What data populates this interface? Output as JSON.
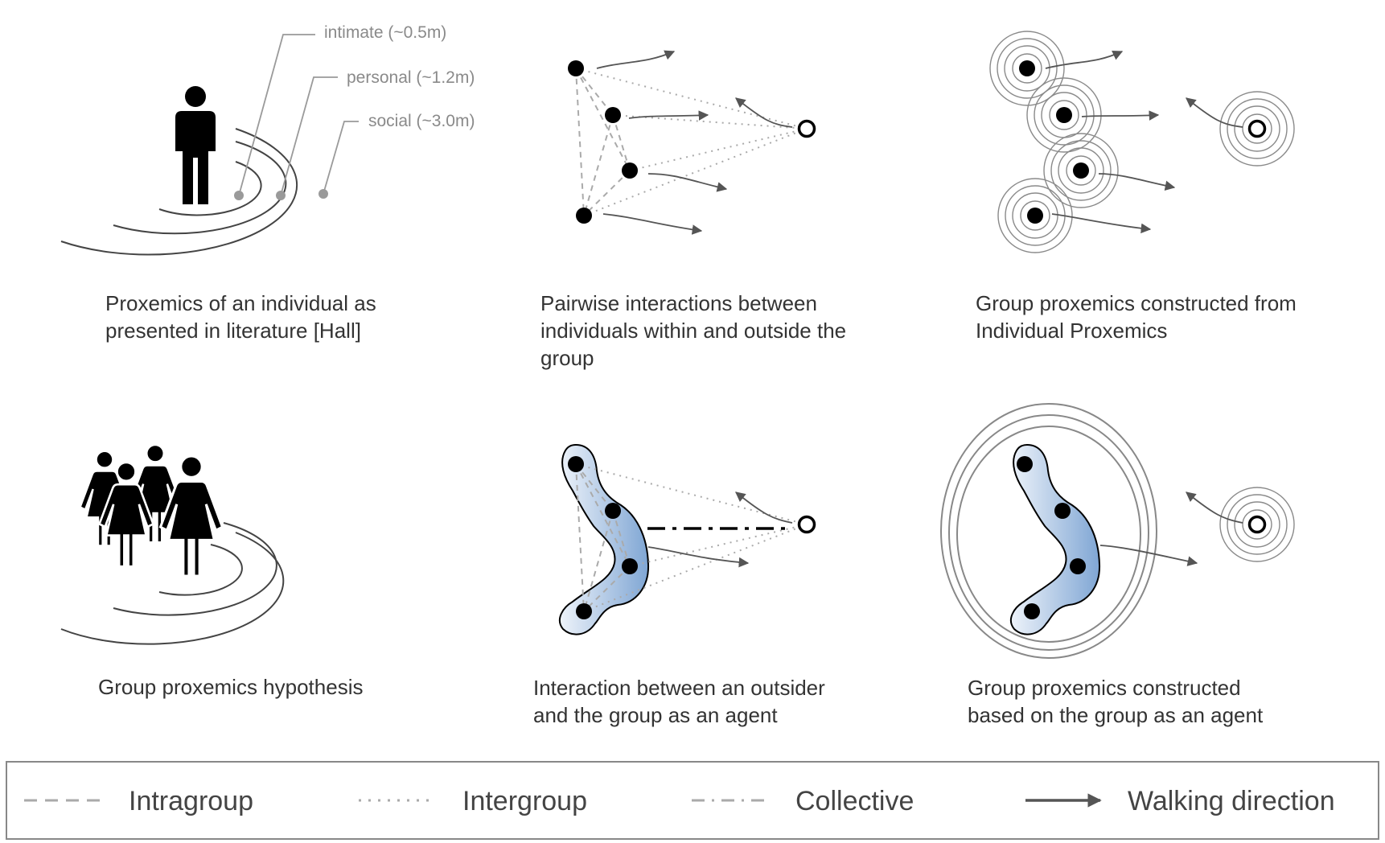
{
  "panels": [
    {
      "caption_lines": [
        "Proxemics of an individual as",
        "presented in literature [Hall]"
      ],
      "zones": [
        "intimate (~0.5m)",
        "personal (~1.2m)",
        "social (~3.0m)"
      ]
    },
    {
      "caption_lines": [
        "Pairwise interactions between",
        "individuals within and outside the",
        "group"
      ]
    },
    {
      "caption_lines": [
        "Group proxemics constructed from",
        "Individual Proxemics"
      ]
    },
    {
      "caption_lines": [
        "Group proxemics hypothesis"
      ]
    },
    {
      "caption_lines": [
        "Interaction between an outsider",
        "and the group as an agent"
      ]
    },
    {
      "caption_lines": [
        "Group proxemics constructed",
        "based on the group as an agent"
      ]
    }
  ],
  "legend": [
    {
      "line_style": "dashed",
      "label": "Intragroup"
    },
    {
      "line_style": "dotted",
      "label": "Intergroup"
    },
    {
      "line_style": "dash-dot",
      "label": "Collective"
    },
    {
      "line_style": "arrow",
      "label": "Walking direction"
    }
  ],
  "colors": {
    "ink": "#000000",
    "arc": "#444444",
    "ring": "#888888",
    "connector": "#aaaaaa",
    "arrow": "#555555",
    "text": "#333333",
    "group_fill_dark": "#7fa6d4",
    "group_fill_light": "#eef3fa"
  },
  "icons": [
    "person-icon",
    "group-of-people-icon",
    "agent-dot-icon",
    "outsider-ring-icon"
  ]
}
